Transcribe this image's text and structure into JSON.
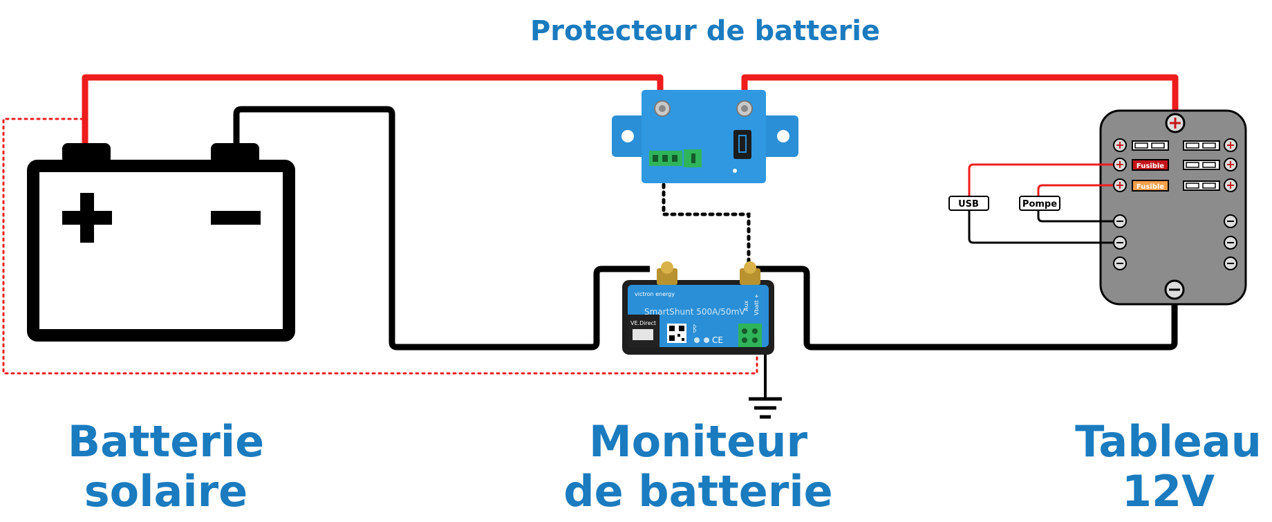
{
  "diagram": {
    "protector_title": "Protecteur de batterie",
    "battery_label": [
      "Batterie",
      "solaire"
    ],
    "monitor_label": [
      "Moniteur",
      "de batterie"
    ],
    "panel_label": [
      "Tableau",
      "12V"
    ],
    "shunt": {
      "brand": "victron energy",
      "model": "SmartShunt 500A/50mV",
      "port": "VE.Direct",
      "aux_label": "Aux",
      "vbatt_label": "Vbatt +",
      "ce_mark": "CE"
    },
    "panel": {
      "fuse_label_1": "Fusible",
      "fuse_label_2": "Fusible",
      "usb_tag": "USB",
      "pump_tag": "Pompe"
    },
    "colors": {
      "positive_wire": "#ee1c1c",
      "negative_wire": "#000000",
      "accent_text": "#1a7bbf",
      "device_blue": "#2a8fd6",
      "panel_grey": "#8c8c8c",
      "fuse_red": "#c4161c",
      "fuse_orange": "#f5a04a"
    },
    "icons": [
      "battery-icon",
      "ground-icon",
      "bluetooth-icon",
      "qr-code-icon",
      "plus-terminal-icon",
      "minus-terminal-icon"
    ]
  }
}
